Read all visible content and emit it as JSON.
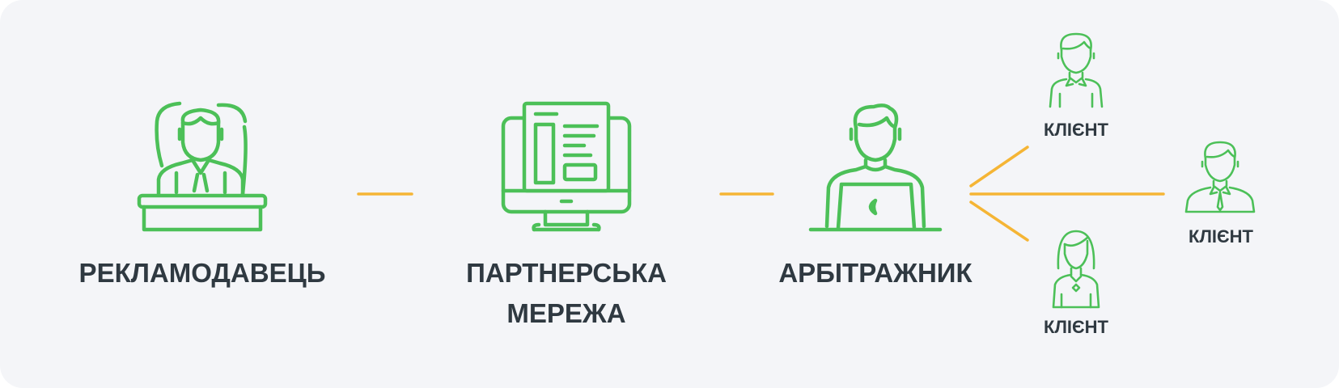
{
  "nodes": {
    "advertiser": "РЕКЛАМОДАВЕЦЬ",
    "network_line1": "ПАРТНЕРСЬКА",
    "network_line2": "МЕРЕЖА",
    "arbitrageur": "АРБІТРАЖНИК",
    "client_top": "КЛІЄНТ",
    "client_right": "КЛІЄНТ",
    "client_bottom": "КЛІЄНТ"
  },
  "icons": {
    "advertiser": "businessman-at-desk-icon",
    "network": "monitor-with-document-icon",
    "arbitrageur": "man-with-laptop-icon",
    "client_male": "person-male-icon",
    "client_female": "person-female-icon"
  },
  "colors": {
    "background": "#f4f5f8",
    "icon_stroke": "#4cc058",
    "connector": "#f5b535",
    "text": "#2f3941"
  }
}
